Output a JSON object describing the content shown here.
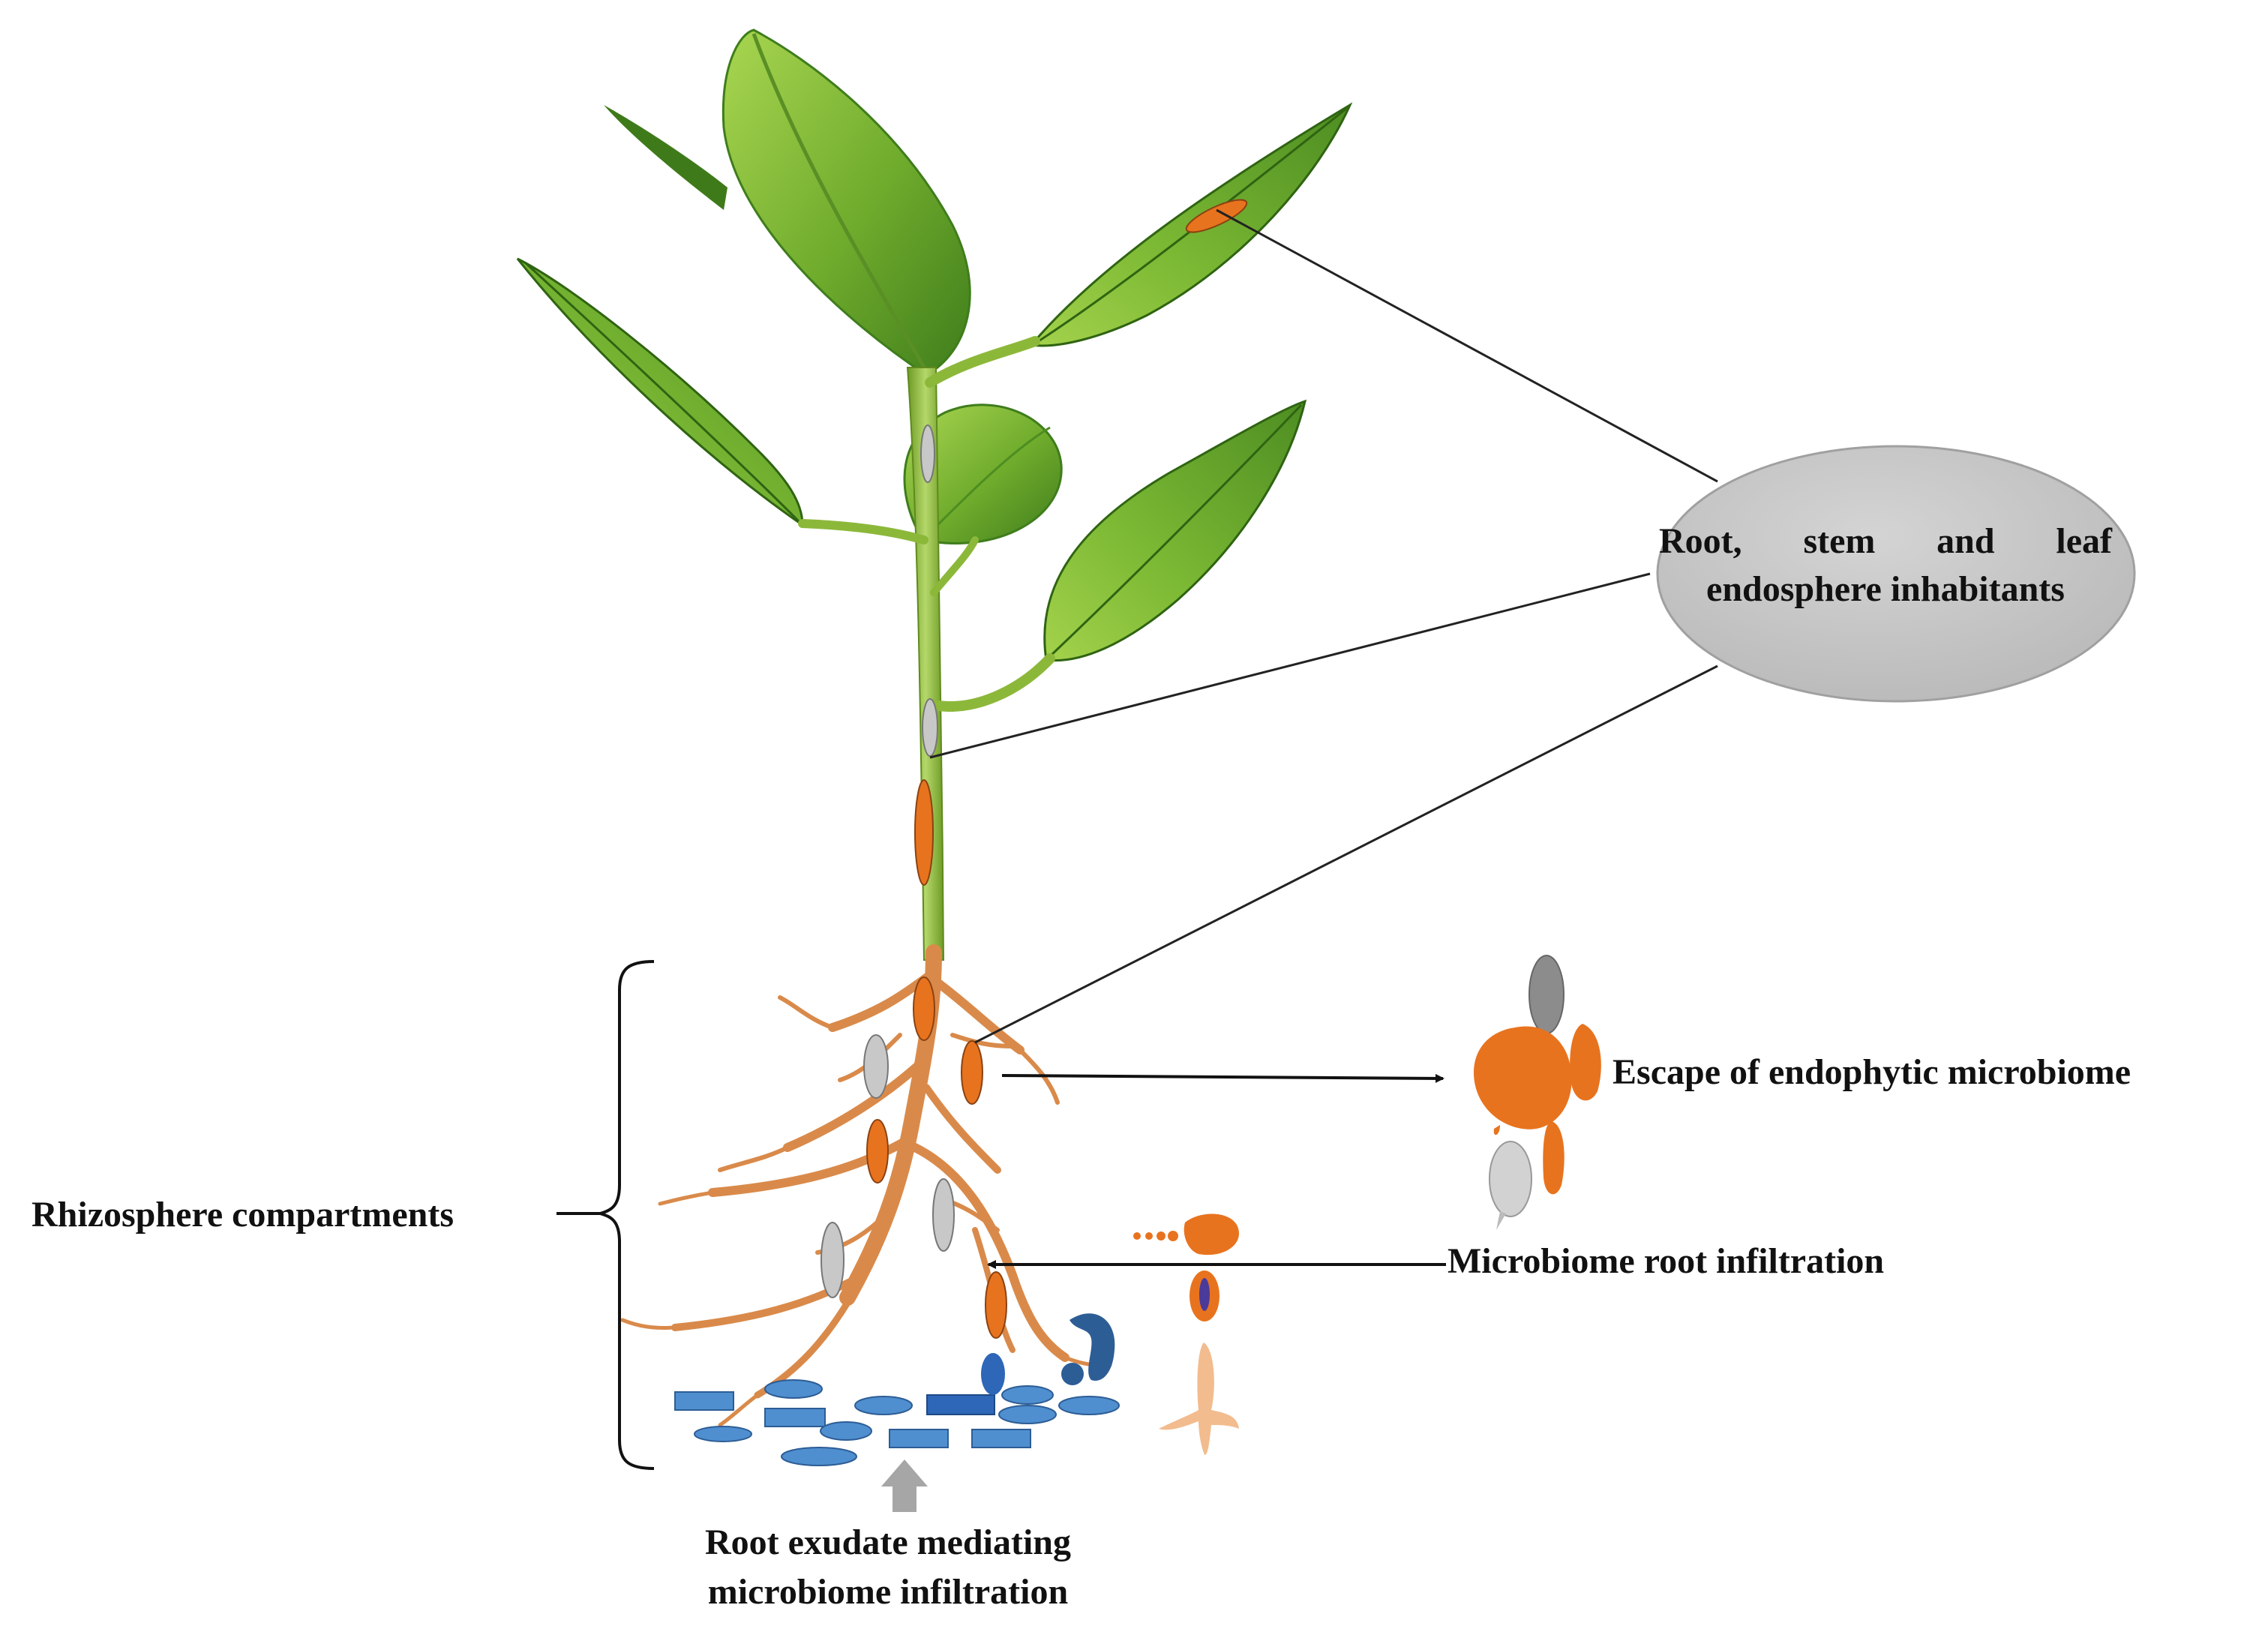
{
  "diagram": {
    "labels": {
      "endosphere_line1": "Root, stem and leaf",
      "endosphere_line2": "endosphere inhabitants",
      "escape": "Escape of endophytic microbiome",
      "infiltration": "Microbiome root infiltration",
      "rhizosphere": "Rhizosphere compartments",
      "exudate_line1": "Root exudate mediating",
      "exudate_line2": "microbiome infiltration"
    },
    "colors": {
      "leaf_dark": "#3f7d1c",
      "leaf_light": "#8fc43a",
      "stem": "#8cb83a",
      "root": "#d98a4a",
      "microbe_orange": "#e8731e",
      "microbe_grey": "#c8c8c8",
      "microbe_dark_grey": "#8c8c8c",
      "exudate_blue": "#4f8fd0",
      "exudate_dark_blue": "#2d5d95",
      "callout_fill": "#c6c6c6",
      "arrow_grey": "#a6a6a6",
      "line": "#222222"
    }
  }
}
